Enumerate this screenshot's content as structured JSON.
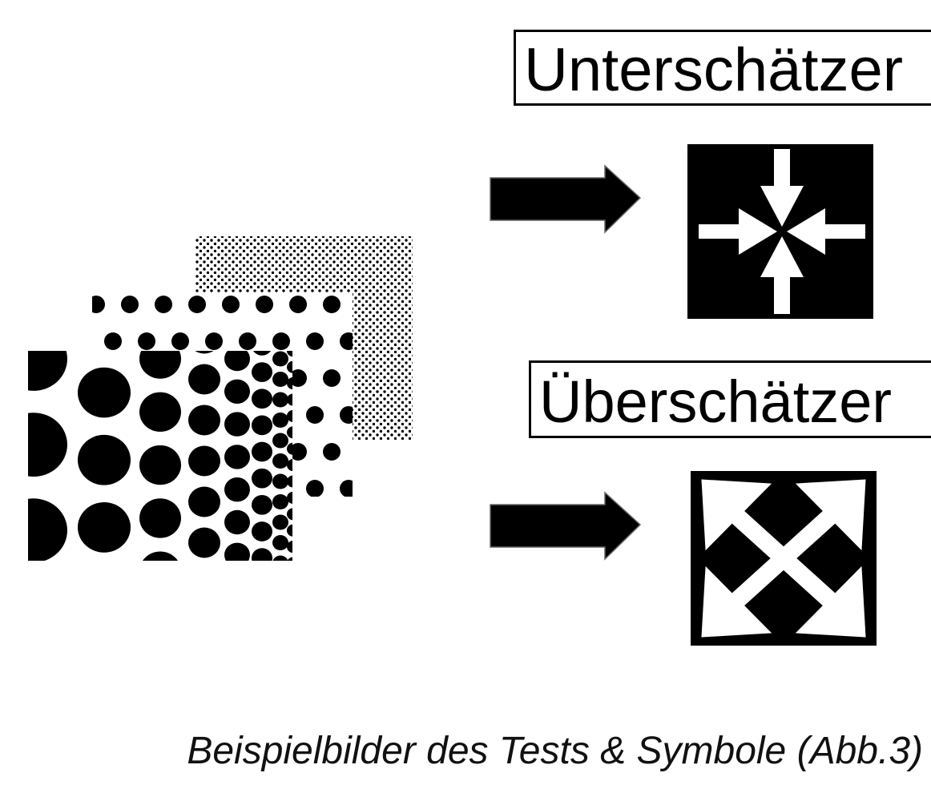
{
  "labels": {
    "under": "Unterschätzer",
    "over": "Überschätzer"
  },
  "caption": "Beispielbilder des Tests & Symbole (Abb.3)",
  "colors": {
    "ink": "#000000",
    "paper": "#ffffff"
  },
  "symbols": {
    "under": "arrows-pointing-inward-icon",
    "over": "arrows-pointing-outward-icon"
  }
}
